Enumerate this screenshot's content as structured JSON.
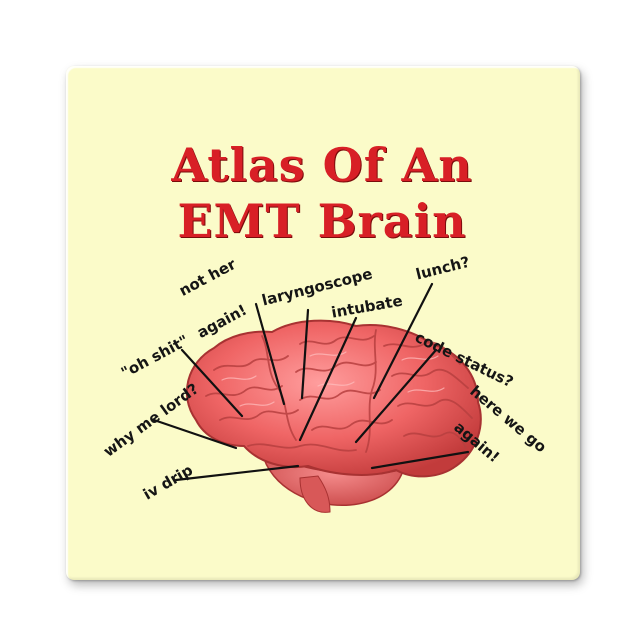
{
  "title": {
    "line1": "Atlas Of An",
    "line2": "EMT Brain"
  },
  "labels": {
    "not_her_1": "not her",
    "not_her_2": "again!",
    "oh_shit": "\"oh shit\"",
    "laryngoscope": "laryngoscope",
    "lunch": "lunch?",
    "intubate": "intubate",
    "code_status": "code status?",
    "why_me_lord": "why me lord?",
    "here_we_go": "here we go",
    "again": "again!",
    "iv_drip": "iv drip"
  },
  "colors": {
    "background": "#fbfbc9",
    "title": "#d81f26",
    "brain": "#f06a6a",
    "text": "#151515"
  }
}
